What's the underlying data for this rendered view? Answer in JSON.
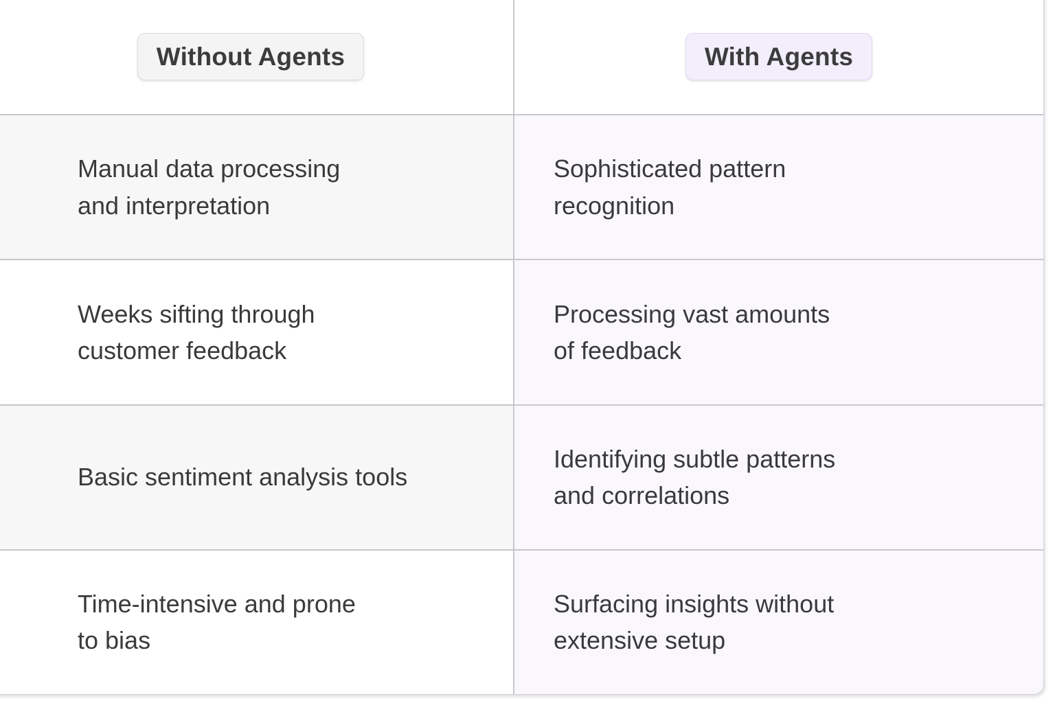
{
  "table": {
    "columns": [
      {
        "id": "without-agents",
        "label": "Without Agents",
        "accent": "#f4f4f4",
        "border": "#dcdcdc"
      },
      {
        "id": "with-agents",
        "label": "With Agents",
        "accent": "#f3eefb",
        "border": "#e0d5f2"
      }
    ],
    "rows": [
      {
        "without": "Manual data processing\nand interpretation",
        "with": "Sophisticated pattern\nrecognition"
      },
      {
        "without": "Weeks sifting through\ncustomer feedback",
        "with": "Processing vast amounts\nof feedback"
      },
      {
        "without": "Basic sentiment analysis tools",
        "with": "Identifying subtle patterns\nand correlations"
      },
      {
        "without": "Time-intensive and prone\nto bias",
        "with": "Surfacing insights without\nextensive setup"
      }
    ]
  },
  "colors": {
    "text": "#3a3a3c",
    "header_text": "#3c3c3e",
    "divider": "#c7c7cc",
    "stripe_left": "#f7f7f7",
    "stripe_right": "#faf8fd",
    "card_border": "#d2d2d7"
  }
}
